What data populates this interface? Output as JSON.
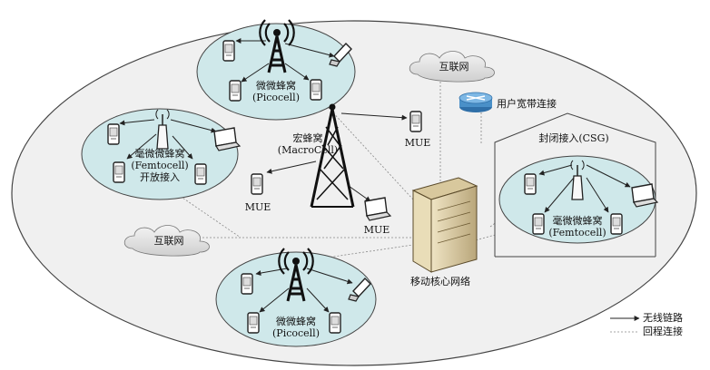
{
  "picocell_top": {
    "name": "微微蜂窝",
    "sub": "(Picocell)"
  },
  "picocell_bottom": {
    "name": "微微蜂窝",
    "sub": "(Picocell)"
  },
  "femtocell_open": {
    "name": "毫微微蜂窝",
    "sub": "(Femtocell)",
    "mode": "开放接入"
  },
  "femtocell_closed": {
    "name": "毫微微蜂窝",
    "sub": "(Femtocell)",
    "mode": "封闭接入(CSG)"
  },
  "macrocell": {
    "name": "宏蜂窝",
    "sub": "(MacroCell)"
  },
  "mue_labels": [
    "MUE",
    "MUE",
    "MUE"
  ],
  "internet_top": "互联网",
  "internet_left": "互联网",
  "broadband": "用户宽带连接",
  "core_network": "移动核心网络",
  "legend": {
    "wireless": "无线链路",
    "backhaul": "回程连接"
  },
  "colors": {
    "cell_fill": "#cfe8ea",
    "outer_fill": "#f0f0f0",
    "stroke": "#444444"
  }
}
